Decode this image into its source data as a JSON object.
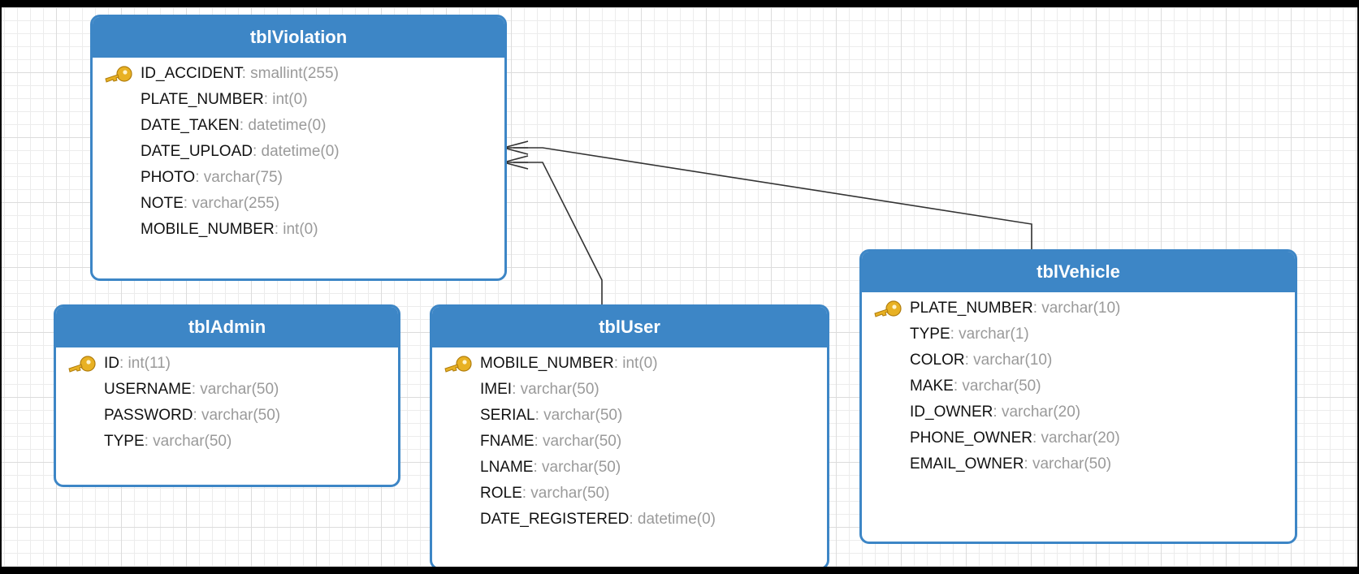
{
  "tables": [
    {
      "id": "violation",
      "name": "tblViolation",
      "fields": [
        {
          "name": "ID_ACCIDENT",
          "type": ": smallint(255)",
          "primary_key": true
        },
        {
          "name": "PLATE_NUMBER",
          "type": ": int(0)",
          "primary_key": false
        },
        {
          "name": "DATE_TAKEN",
          "type": ": datetime(0)",
          "primary_key": false
        },
        {
          "name": "DATE_UPLOAD",
          "type": ": datetime(0)",
          "primary_key": false
        },
        {
          "name": "PHOTO",
          "type": ": varchar(75)",
          "primary_key": false
        },
        {
          "name": "NOTE",
          "type": ": varchar(255)",
          "primary_key": false
        },
        {
          "name": "MOBILE_NUMBER",
          "type": ": int(0)",
          "primary_key": false
        }
      ]
    },
    {
      "id": "admin",
      "name": "tblAdmin",
      "fields": [
        {
          "name": "ID",
          "type": ": int(11)",
          "primary_key": true
        },
        {
          "name": "USERNAME",
          "type": ": varchar(50)",
          "primary_key": false
        },
        {
          "name": "PASSWORD",
          "type": ": varchar(50)",
          "primary_key": false
        },
        {
          "name": "TYPE",
          "type": ": varchar(50)",
          "primary_key": false
        }
      ]
    },
    {
      "id": "user",
      "name": "tblUser",
      "fields": [
        {
          "name": "MOBILE_NUMBER",
          "type": ": int(0)",
          "primary_key": true
        },
        {
          "name": "IMEI",
          "type": ": varchar(50)",
          "primary_key": false
        },
        {
          "name": "SERIAL",
          "type": ": varchar(50)",
          "primary_key": false
        },
        {
          "name": "FNAME",
          "type": ": varchar(50)",
          "primary_key": false
        },
        {
          "name": "LNAME",
          "type": ": varchar(50)",
          "primary_key": false
        },
        {
          "name": "ROLE",
          "type": ": varchar(50)",
          "primary_key": false
        },
        {
          "name": "DATE_REGISTERED",
          "type": ": datetime(0)",
          "primary_key": false
        }
      ]
    },
    {
      "id": "vehicle",
      "name": "tblVehicle",
      "fields": [
        {
          "name": "PLATE_NUMBER",
          "type": ": varchar(10)",
          "primary_key": true
        },
        {
          "name": "TYPE",
          "type": ": varchar(1)",
          "primary_key": false
        },
        {
          "name": "COLOR",
          "type": ": varchar(10)",
          "primary_key": false
        },
        {
          "name": "MAKE",
          "type": ": varchar(50)",
          "primary_key": false
        },
        {
          "name": "ID_OWNER",
          "type": ": varchar(20)",
          "primary_key": false
        },
        {
          "name": "PHONE_OWNER",
          "type": ": varchar(20)",
          "primary_key": false
        },
        {
          "name": "EMAIL_OWNER",
          "type": ": varchar(50)",
          "primary_key": false
        }
      ]
    }
  ],
  "relations": [
    {
      "from_table": "vehicle",
      "to_table": "violation",
      "cardinality": "one-to-many"
    },
    {
      "from_table": "user",
      "to_table": "violation",
      "cardinality": "one-to-many"
    }
  ],
  "colors": {
    "header": "#3d86c6",
    "border": "#3d86c6",
    "field_name": "#111111",
    "field_type": "#9a9a9a",
    "key_icon": "#e8b123",
    "relation_line": "#333333",
    "grid_major": "#dcdcdc",
    "grid_minor": "#ececec"
  },
  "icons": {
    "primary_key": "key-icon"
  }
}
